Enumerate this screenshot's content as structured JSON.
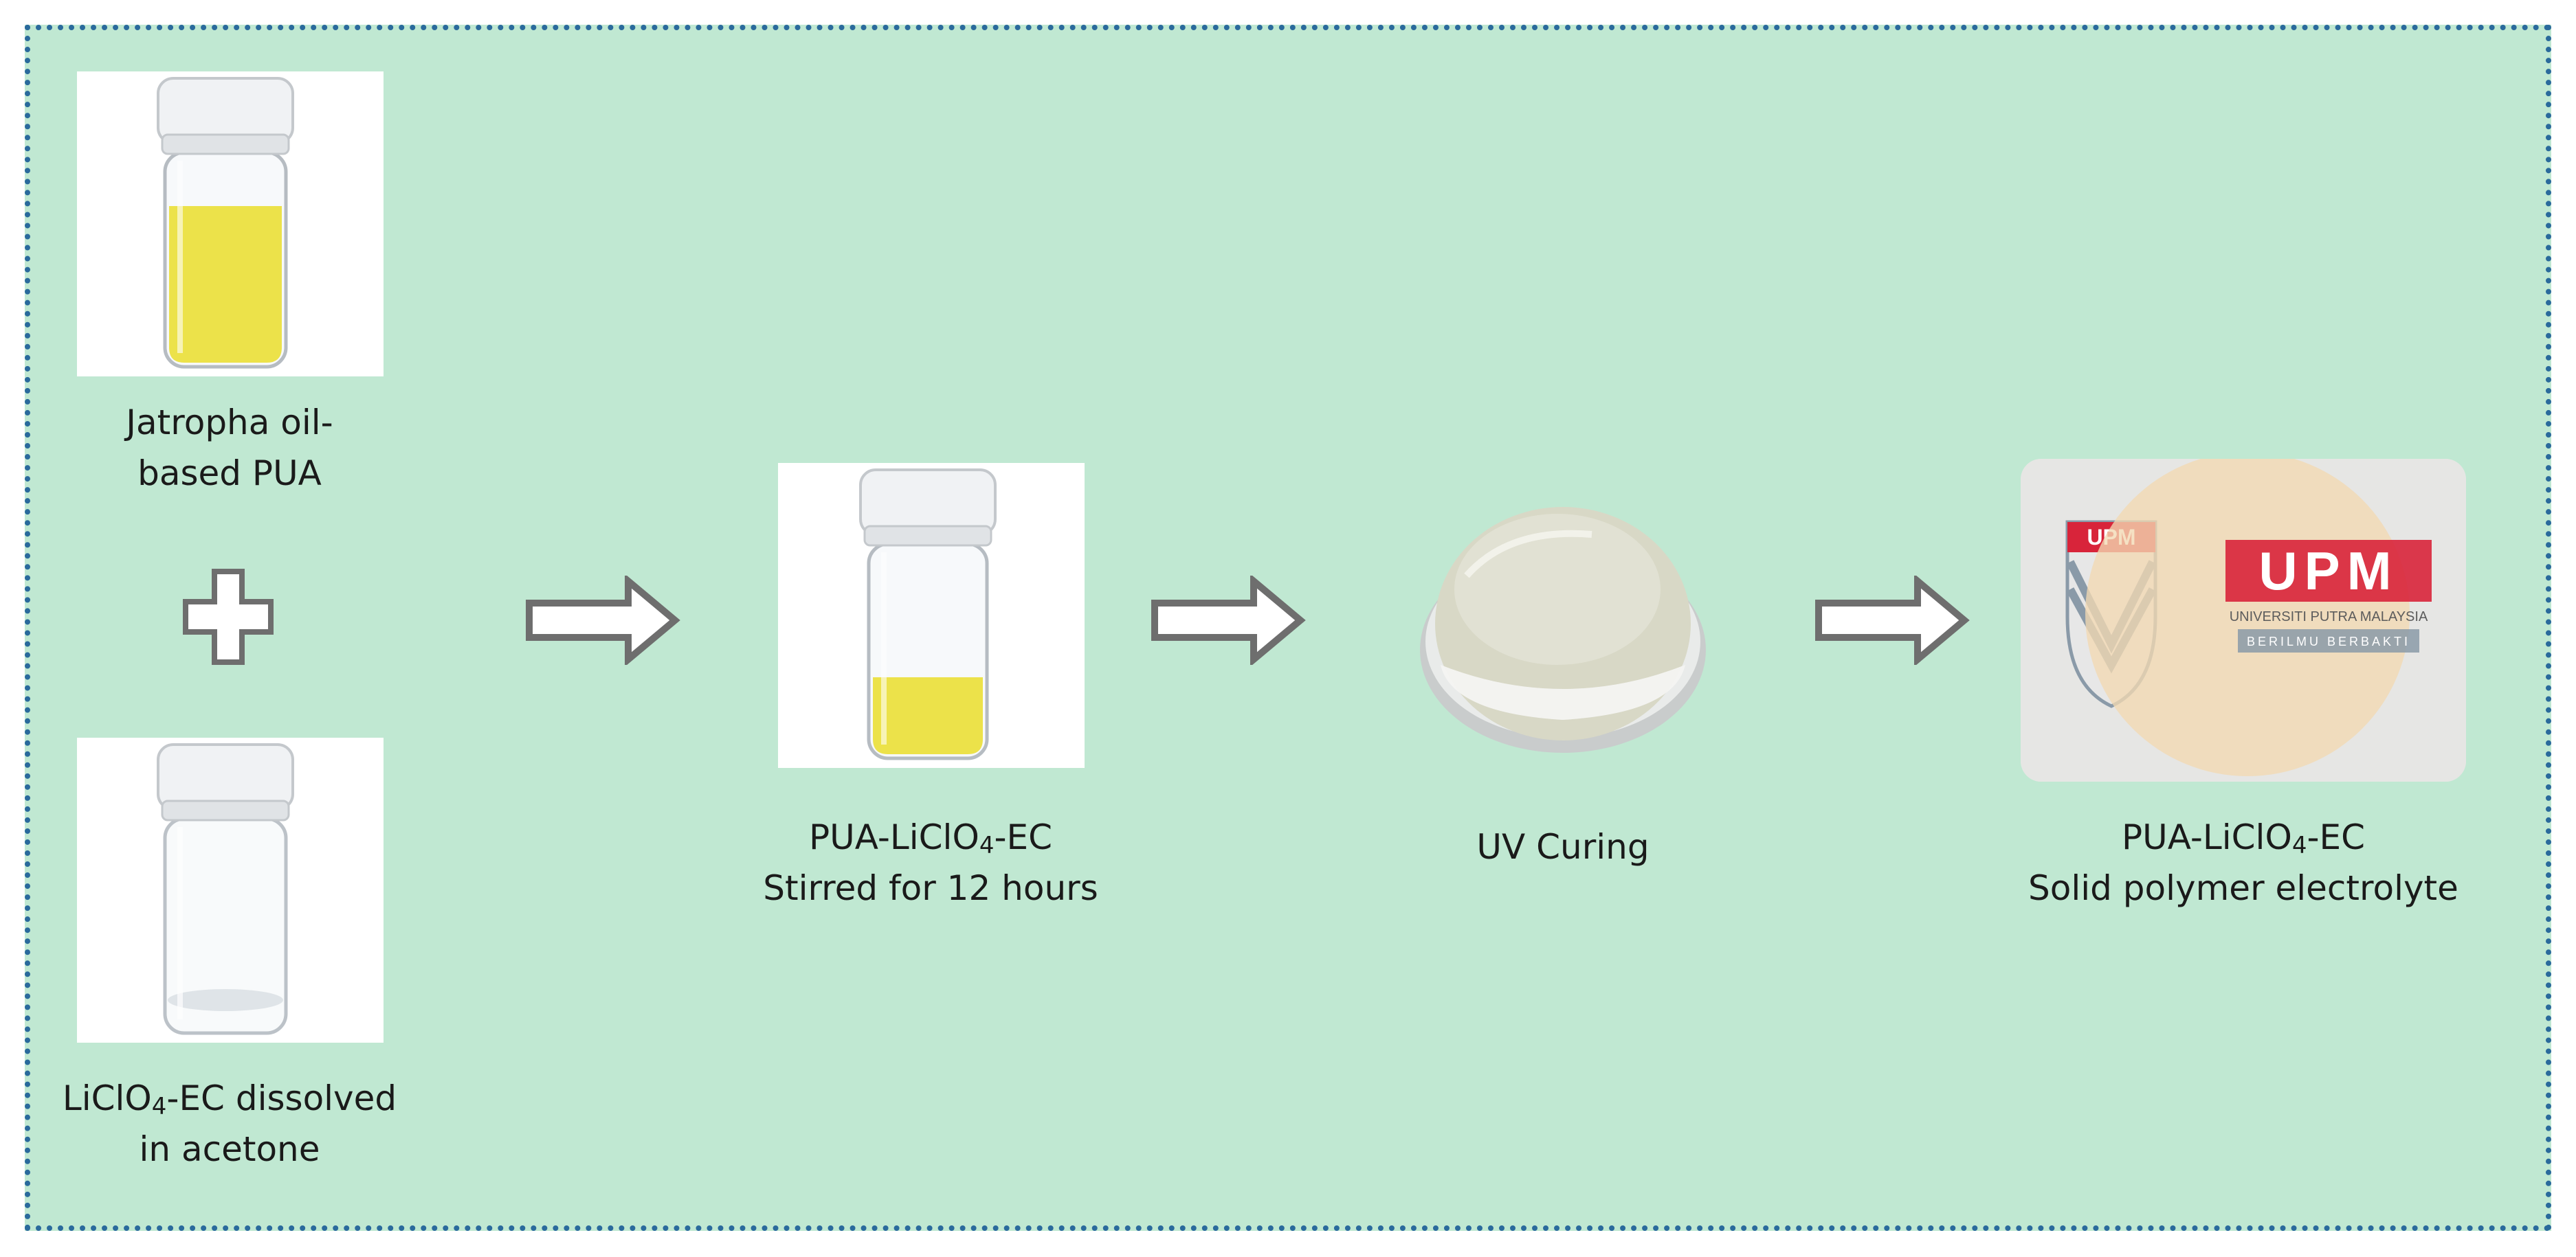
{
  "inputs": {
    "jatropha": {
      "line1": "Jatropha oil-",
      "line2": "based PUA"
    },
    "licl": {
      "line1_pre": "LiClO",
      "line1_sub": "4",
      "line1_post": "-EC dissolved",
      "line2": "in acetone"
    }
  },
  "steps": [
    {
      "line1_pre": "PUA-LiClO",
      "line1_sub": "4",
      "line1_post": "-EC",
      "line2": "Stirred for 12 hours"
    },
    {
      "line1": "UV Curing"
    },
    {
      "line1_pre": "PUA-LiClO",
      "line1_sub": "4",
      "line1_post": "-EC",
      "line2": "Solid polymer electrolyte"
    }
  ],
  "logo": {
    "small_text": "UPM",
    "big_text": "UPM",
    "university": "UNIVERSITI PUTRA MALAYSIA",
    "motto": "BERILMU BERBAKTI"
  },
  "colors": {
    "background": "#c0e8d2",
    "border": "#2a6a9c",
    "yellow_liquid": "#ece24a",
    "arrow_outline": "#6e6e6e",
    "logo_red": "#d8243a"
  }
}
